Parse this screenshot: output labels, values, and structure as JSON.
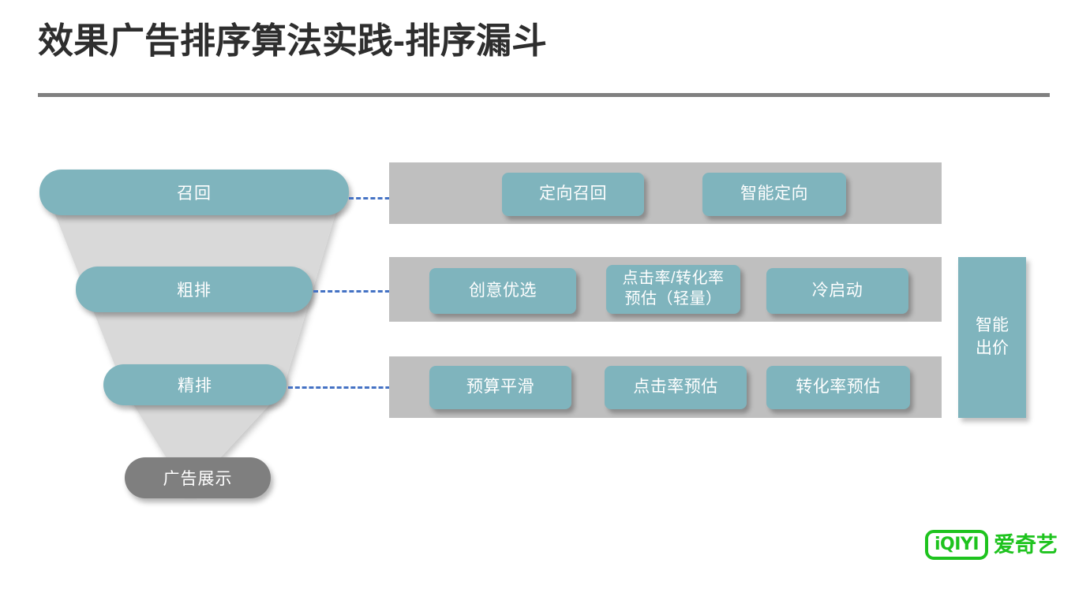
{
  "slide": {
    "title": "效果广告排序算法实践-排序漏斗"
  },
  "funnel": {
    "stages": [
      {
        "label": "召回"
      },
      {
        "label": "粗排"
      },
      {
        "label": "精排"
      },
      {
        "label": "广告展示"
      }
    ]
  },
  "rows": [
    {
      "stage": "召回",
      "chips": [
        {
          "label": "定向召回"
        },
        {
          "label": "智能定向"
        }
      ]
    },
    {
      "stage": "粗排",
      "chips": [
        {
          "label": "创意优选"
        },
        {
          "label": "点击率/转化率\n预估（轻量）"
        },
        {
          "label": "冷启动"
        }
      ]
    },
    {
      "stage": "精排",
      "chips": [
        {
          "label": "预算平滑"
        },
        {
          "label": "点击率预估"
        },
        {
          "label": "转化率预估"
        }
      ]
    }
  ],
  "side_box": {
    "line1": "智能",
    "line2": "出价"
  },
  "logo": {
    "mark_text": "iQIYI",
    "word_text": "爱奇艺"
  },
  "colors": {
    "teal": "#7fb4bd",
    "funnel_body_gray": "#d9d9d9",
    "band_gray": "#bfbfbf",
    "dark_gray": "#7f7f7f",
    "rule_gray": "#808080",
    "title_text": "#2e2e2e",
    "connector_blue": "#4472c4",
    "logo_green": "#1ec31e",
    "background": "#ffffff"
  }
}
